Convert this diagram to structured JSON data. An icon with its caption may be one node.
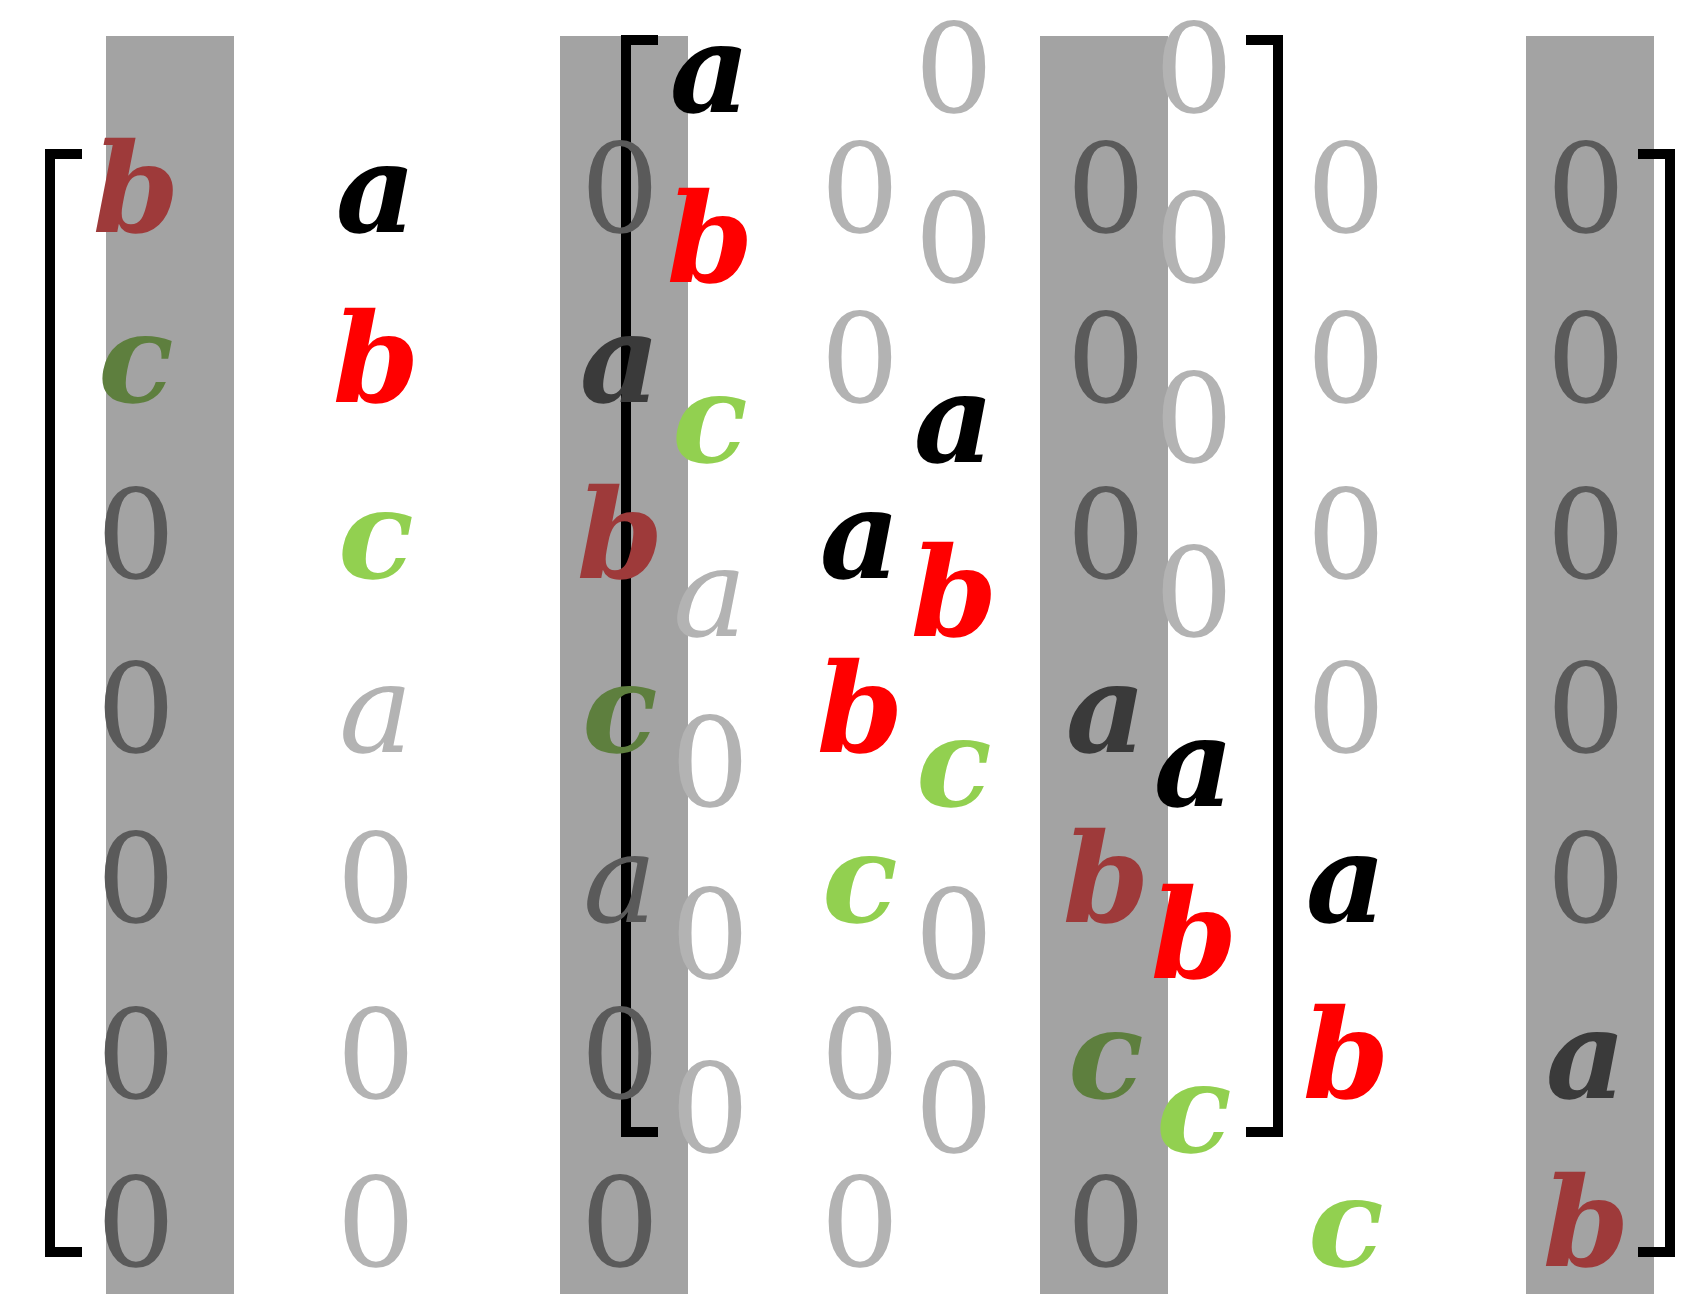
{
  "diagram": {
    "labels": [
      "b",
      "a",
      "0",
      "0",
      "0",
      "0",
      "0",
      "c",
      "b",
      "a",
      "0",
      "0",
      "0",
      "0",
      "0",
      "c",
      "b",
      "a",
      "0",
      "0",
      "0",
      "0",
      "a",
      "c",
      "b",
      "a",
      "0",
      "0",
      "0",
      "0",
      "a",
      "c",
      "b",
      "a",
      "0",
      "0",
      "0",
      "0",
      "0",
      "c",
      "b",
      "a",
      "0",
      "0",
      "0",
      "0",
      "0",
      "c",
      "b",
      "a",
      "0",
      "0",
      "b",
      "0",
      "0",
      "c",
      "a",
      "0",
      "a",
      "b",
      "0",
      "0",
      "c",
      "a",
      "0",
      "0",
      "b",
      "0",
      "0",
      "c"
    ]
  }
}
